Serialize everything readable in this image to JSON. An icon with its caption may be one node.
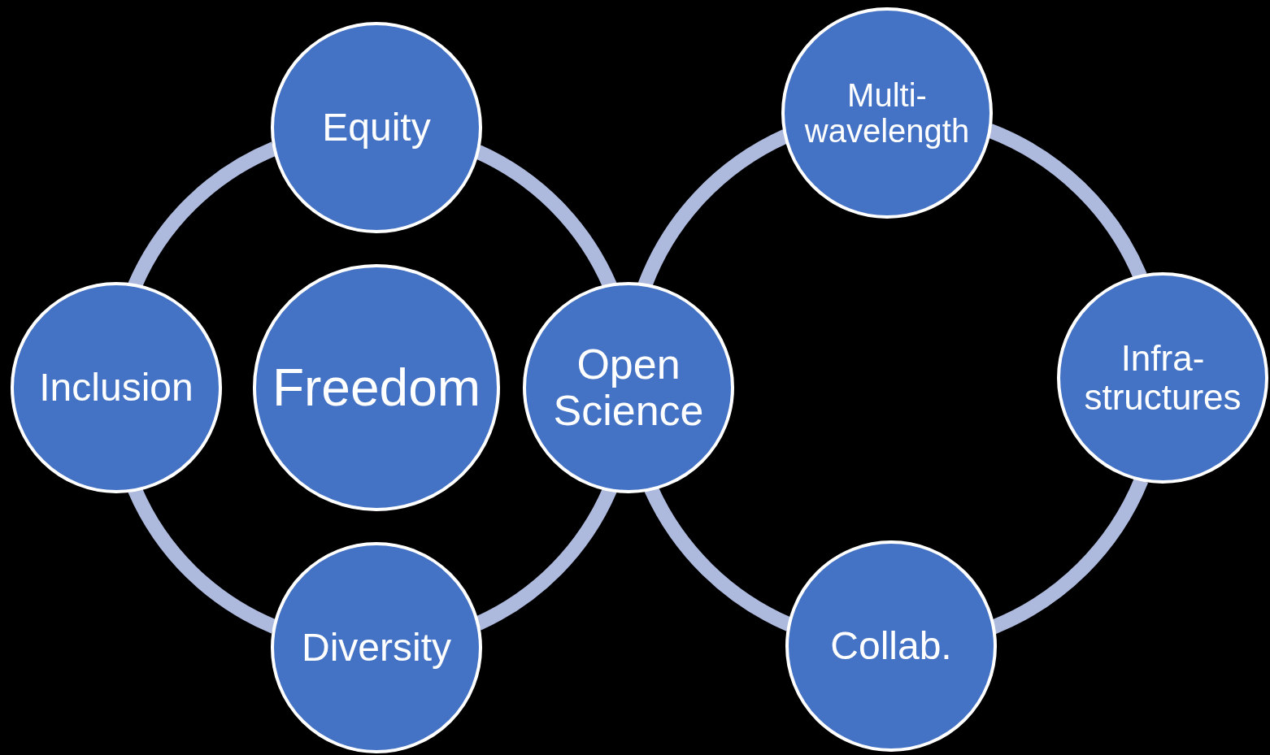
{
  "diagram": {
    "nodes": [
      {
        "text": [
          "Equity"
        ]
      },
      {
        "text": [
          "Multi- wavelength"
        ]
      },
      {
        "text": [
          "Inclusion"
        ]
      },
      {
        "text": [
          "Freedom"
        ]
      },
      {
        "text": [
          "Open Science"
        ]
      },
      {
        "text": [
          "Infra- structures"
        ]
      },
      {
        "text": [
          "Diversity"
        ]
      },
      {
        "text": [
          "Collab."
        ]
      }
    ],
    "edges": [
      {
        "from": 0,
        "to": 2,
        "arrow": "none"
      },
      {
        "from": 2,
        "to": 6,
        "arrow": "none"
      },
      {
        "from": 6,
        "to": 4,
        "arrow": "none"
      },
      {
        "from": 4,
        "to": 0,
        "arrow": "none"
      },
      {
        "from": 4,
        "to": 1,
        "arrow": "none"
      },
      {
        "from": 1,
        "to": 5,
        "arrow": "none"
      },
      {
        "from": 5,
        "to": 7,
        "arrow": "none"
      },
      {
        "from": 7,
        "to": 4,
        "arrow": "none"
      }
    ]
  }
}
